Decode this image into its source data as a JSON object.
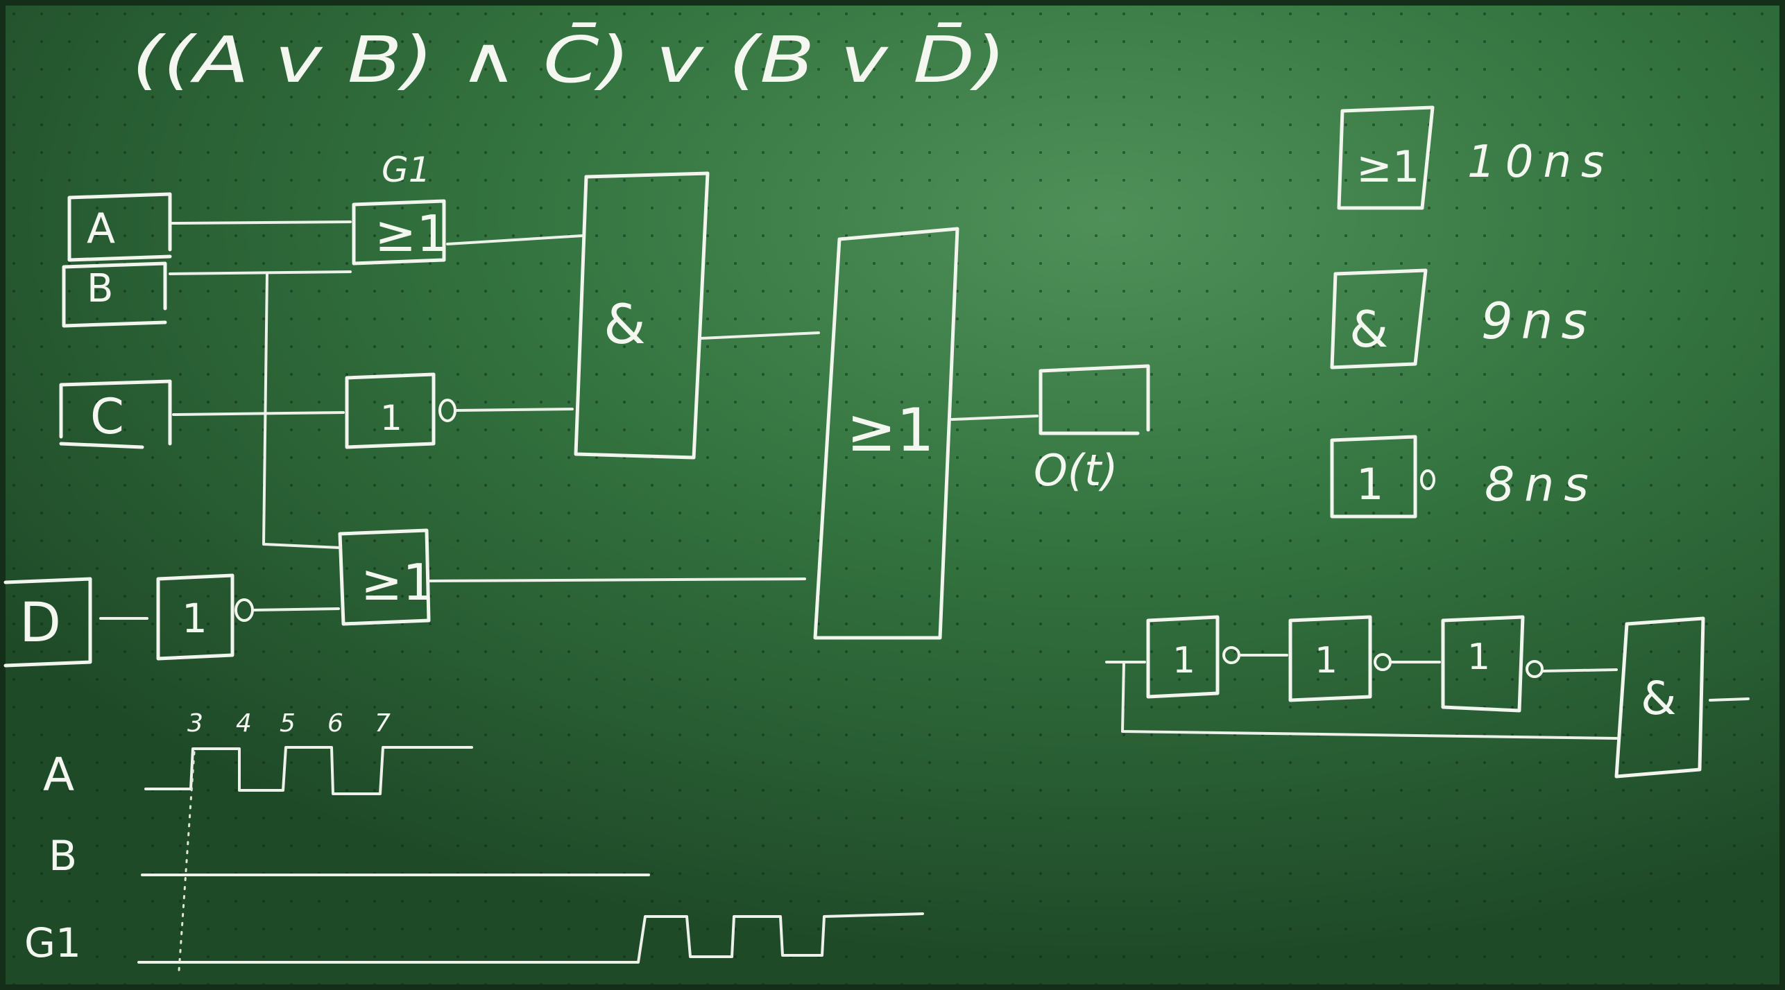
{
  "expression": "((A v B) ∧ C̄) v (B v D̄)",
  "inputs": {
    "a": "A",
    "b": "B",
    "c": "C",
    "d": "D"
  },
  "gates": {
    "g1_label": "G1",
    "or_symbol": "≥1",
    "and_symbol": "&",
    "not_symbol": "1"
  },
  "output_label": "O(t)",
  "legend": [
    {
      "symbol": "≥1",
      "delay": "10ns"
    },
    {
      "symbol": "&",
      "delay": "9ns"
    },
    {
      "symbol": "1",
      "delay": "8ns"
    }
  ],
  "timing": {
    "ticks": [
      "3",
      "4",
      "5",
      "6",
      "7"
    ],
    "signals": [
      "A",
      "B",
      "G1"
    ]
  },
  "colors": {
    "board": "#2f6b3a",
    "chalk": "#f2f4ee"
  }
}
